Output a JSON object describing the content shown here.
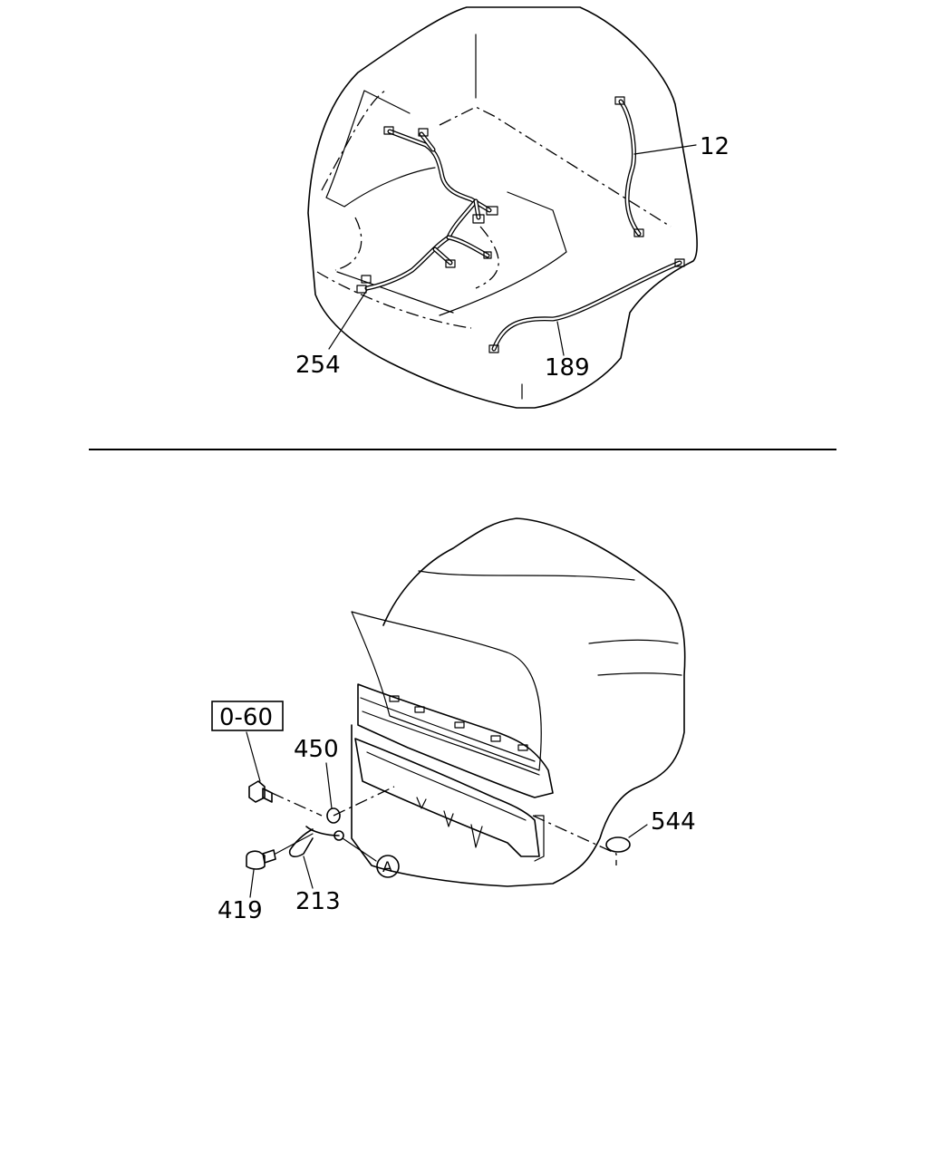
{
  "upper_view": {
    "labels": {
      "harness_12": "12",
      "harness_254": "254",
      "harness_189": "189"
    }
  },
  "lower_view": {
    "labels": {
      "ref_box": "0-60",
      "washer_450": "450",
      "cap_544": "544",
      "bolt_419": "419",
      "strap_213": "213",
      "callout_a": "A"
    }
  }
}
